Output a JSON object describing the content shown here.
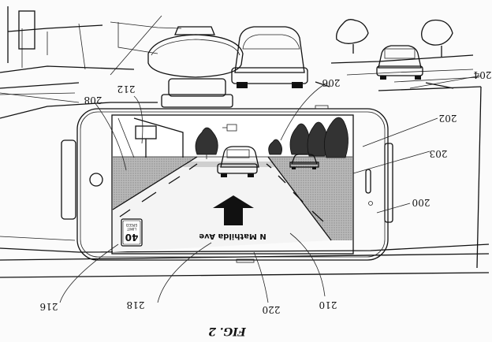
{
  "figure": {
    "caption": "FIG. 2",
    "street_name": "N Mathilda Ave",
    "speed_sign": {
      "top_text": "SPEED",
      "mid_text": "LIMIT",
      "value": "40"
    },
    "reference_numerals": [
      "200",
      "202",
      "203",
      "204",
      "206",
      "208",
      "210",
      "212",
      "216",
      "218",
      "220"
    ]
  }
}
